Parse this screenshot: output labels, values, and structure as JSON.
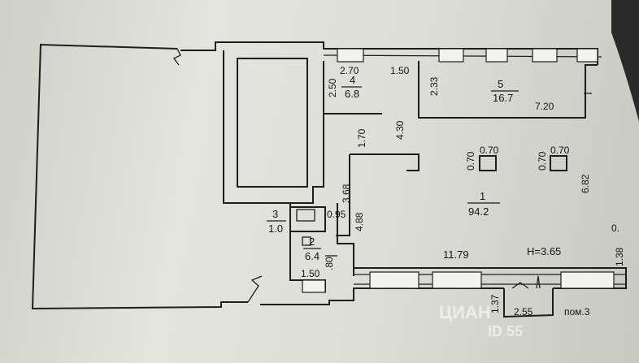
{
  "rooms": [
    {
      "number": "4",
      "area": "6.8"
    },
    {
      "number": "5",
      "area": "16.7"
    },
    {
      "number": "1",
      "area": "94.2"
    },
    {
      "number": "3",
      "area": "1.0"
    },
    {
      "number": "2",
      "area": "6.4"
    }
  ],
  "dimensions": {
    "d270": "2.70",
    "d250": "2.50",
    "d150top": "1.50",
    "d233": "2.33",
    "d720": "7.20",
    "d430": "4.30",
    "d170": "1.70",
    "d070a": "0.70",
    "d070b": "0.70",
    "d070c": "0.70",
    "d070d": "0.70",
    "d682": "6.82",
    "d368": "3.68",
    "d488": "4.88",
    "d095": "0.95",
    "d080": ".80",
    "d150bot": "1.50",
    "d1179": "11.79",
    "height": "H=3.65",
    "d138": "1.38",
    "d0": "0.",
    "d137": "1.37",
    "d255": "2.55"
  },
  "annex_label": "пом.3",
  "watermark": {
    "brand": "ЦИАН",
    "id_text": "ID 55"
  }
}
